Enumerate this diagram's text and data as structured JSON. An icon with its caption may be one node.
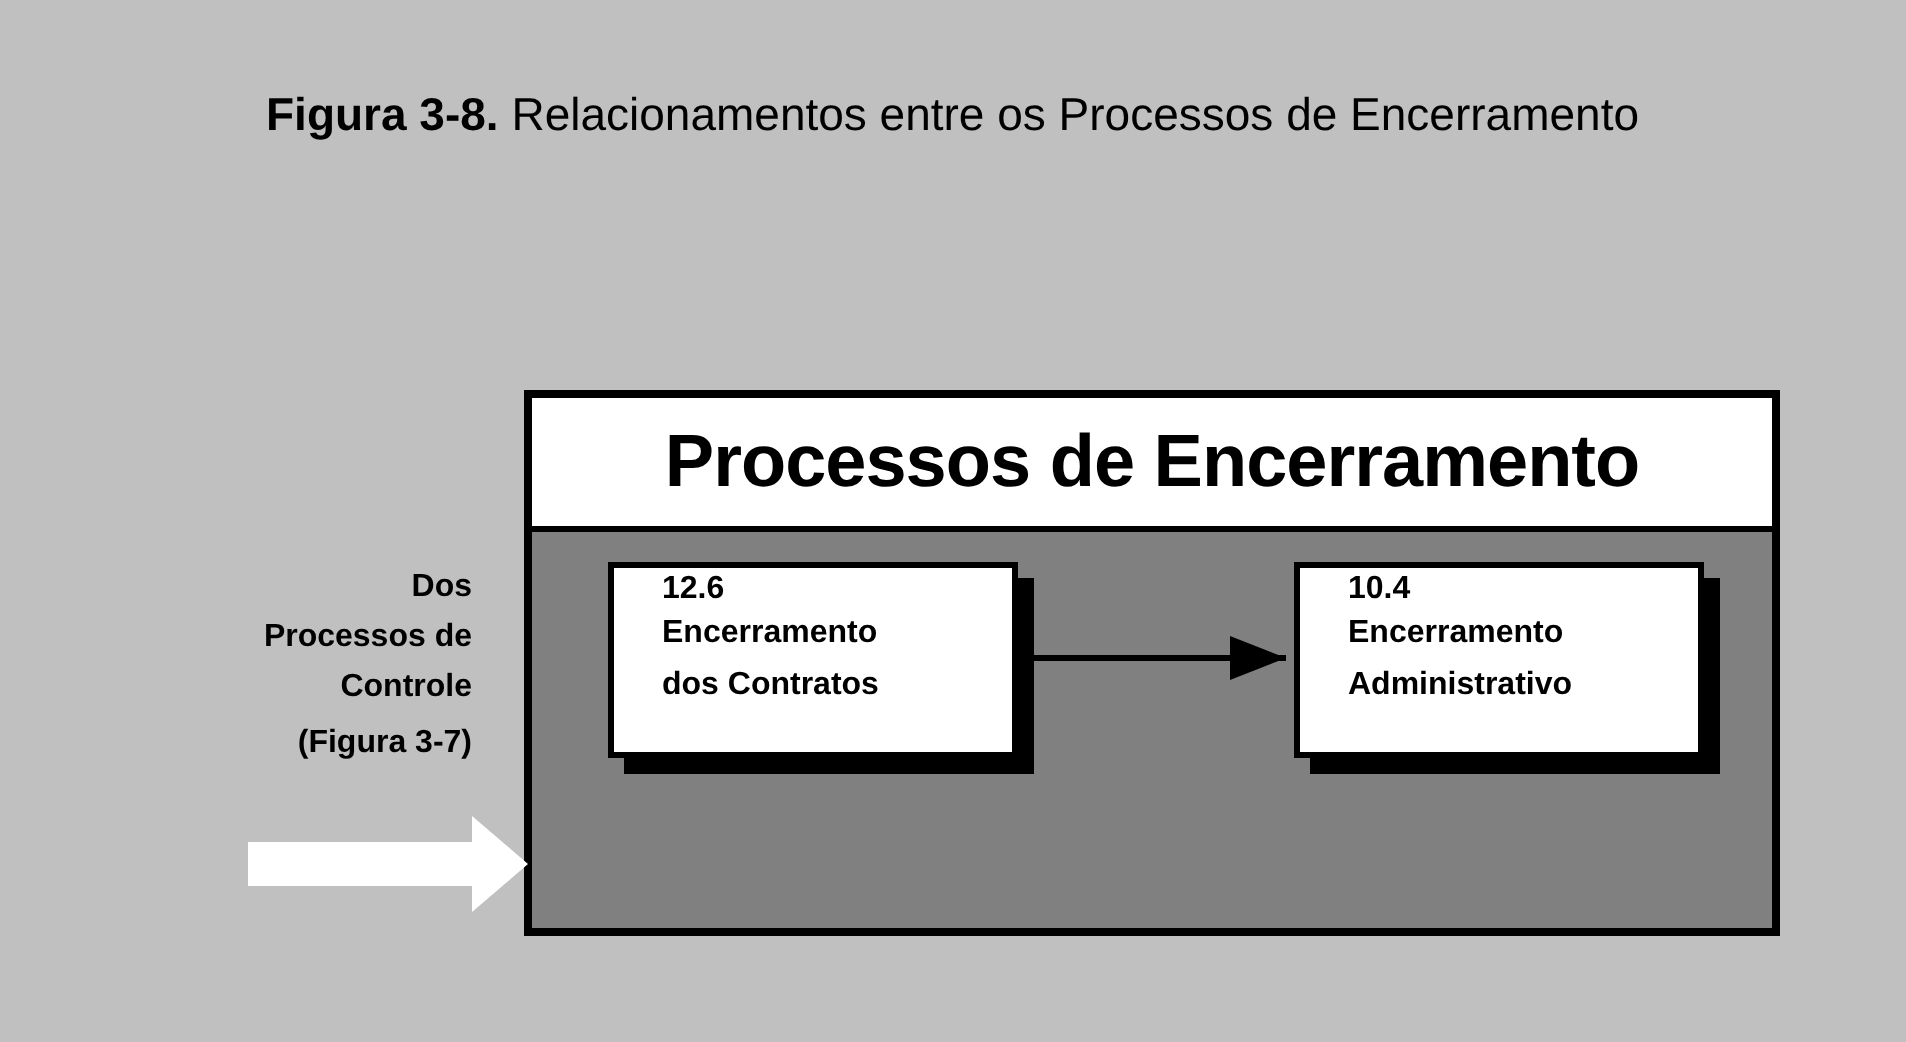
{
  "diagram": {
    "title": "**Figura 3-8.** Relacionamentos entre os Processos de Encerramento",
    "nodes": [
      {
        "text": [
          "Processos de Encerramento"
        ]
      },
      {
        "text": [
          "12.6",
          "Encerramento dos Contratos"
        ],
        "in": 0
      },
      {
        "text": [
          "10.4",
          "Encerramento Administrativo"
        ],
        "in": 0
      },
      {
        "text": [
          "Dos Processos de Controle",
          "(Figura 3-7)"
        ]
      }
    ],
    "edges": [
      {
        "from": 1,
        "to": 2,
        "arrow": "to"
      },
      {
        "from": 3,
        "to": 0,
        "arrow": "to",
        "style": "thick",
        "color": "#ffffff"
      }
    ]
  }
}
